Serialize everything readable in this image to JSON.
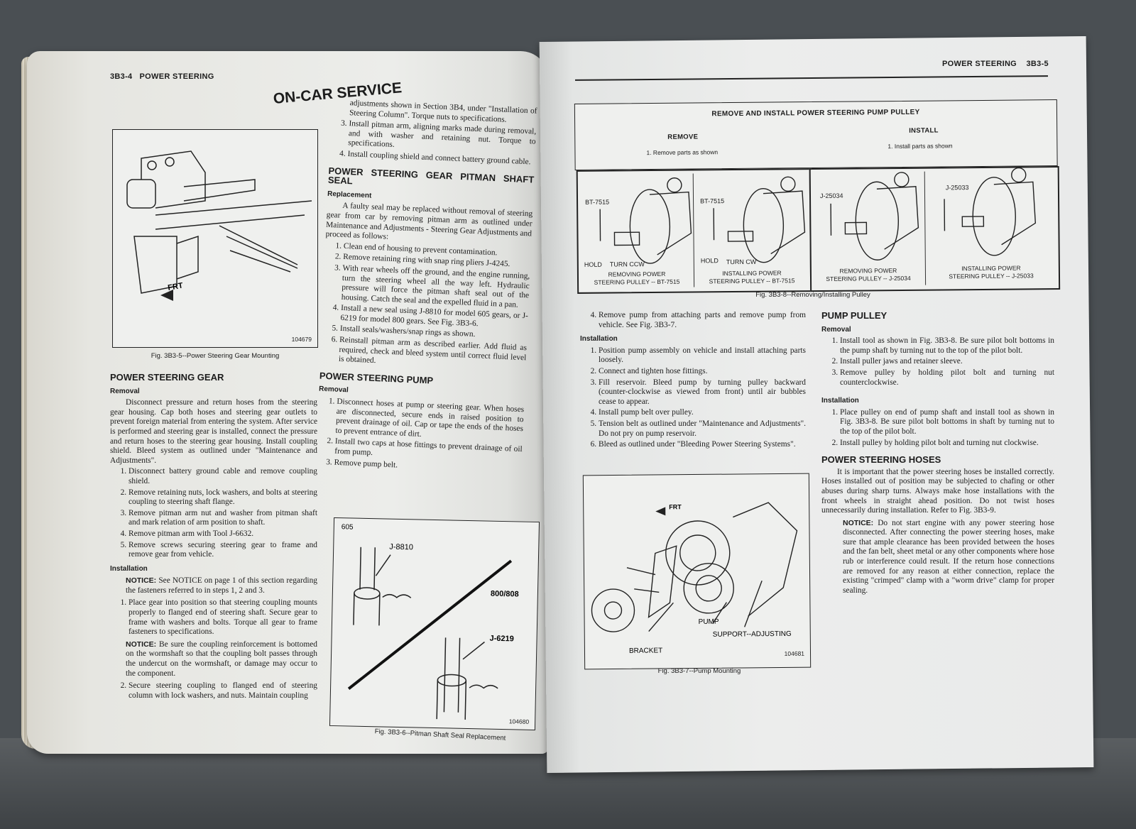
{
  "left_page": {
    "header": {
      "page": "3B3-4",
      "section": "POWER STEERING"
    },
    "title": "ON-CAR SERVICE",
    "fig5": {
      "caption": "Fig. 3B3-5--Power Steering Gear Mounting",
      "code": "104679",
      "label_frt": "FRT"
    },
    "gear": {
      "heading": "POWER STEERING GEAR",
      "removal_heading": "Removal",
      "removal_intro": "Disconnect pressure and return hoses from the steering gear housing. Cap both hoses and steering gear outlets to prevent foreign material from entering the system. After service is performed and steering gear is installed, connect the pressure and return hoses to the steering gear housing. Install coupling shield. Bleed system as outlined under \"Maintenance and Adjustments\".",
      "removal_steps": [
        "Disconnect battery ground cable and remove coupling shield.",
        "Remove retaining nuts, lock washers, and bolts at steering coupling to steering shaft flange.",
        "Remove pitman arm nut and washer from pitman shaft and mark relation of arm position to shaft.",
        "Remove pitman arm with Tool J-6632.",
        "Remove screws securing steering gear to frame and remove gear from vehicle."
      ],
      "installation_heading": "Installation",
      "notice1_label": "NOTICE:",
      "notice1": "See NOTICE on page 1 of this section regarding the fasteners referred to in steps 1, 2 and 3.",
      "step1": "Place gear into position so that steering coupling mounts properly to flanged end of steering shaft. Secure gear to frame with washers and bolts. Torque all gear to frame fasteners to specifications.",
      "notice2_label": "NOTICE:",
      "notice2": "Be sure the coupling reinforcement is bottomed on the wormshaft so that the coupling bolt passes through the undercut on the wormshaft, or damage may occur to the component.",
      "step2": "Secure steering coupling to flanged end of steering column with lock washers, and nuts. Maintain coupling"
    },
    "right_col": {
      "cont": "adjustments shown in Section 3B4, under \"Installation of Steering Column\". Torque nuts to specifications.",
      "cont_steps": [
        "Install pitman arm, aligning marks made during removal, and with washer and retaining nut. Torque to specifications.",
        "Install coupling shield and connect battery ground cable."
      ],
      "seal_heading": "POWER STEERING GEAR PITMAN SHAFT SEAL",
      "seal_sub": "Replacement",
      "seal_intro": "A faulty seal may be replaced without removal of steering gear from car by removing pitman arm as outlined under Maintenance and Adjustments - Steering Gear Adjustments and proceed as follows:",
      "seal_steps": [
        "Clean end of housing to prevent contamination.",
        "Remove retaining ring with snap ring pliers J-4245.",
        "With rear wheels off the ground, and the engine running, turn the steering wheel all the way left. Hydraulic pressure will force the pitman shaft seal out of the housing. Catch the seal and the expelled fluid in a pan.",
        "Install a new seal using J-8810 for model 605 gears, or J-6219 for model 800 gears. See Fig. 3B3-6.",
        "Install seals/washers/snap rings as shown.",
        "Reinstall pitman arm as described earlier. Add fluid as required, check and bleed system until correct fluid level is obtained."
      ],
      "pump_heading": "POWER STEERING PUMP",
      "pump_sub": "Removal",
      "pump_steps": [
        "Disconnect hoses at pump or steering gear. When hoses are disconnected, secure ends in raised position to prevent drainage of oil. Cap or tape the ends of the hoses to prevent entrance of dirt.",
        "Install two caps at hose fittings to prevent drainage of oil from pump.",
        "Remove pump belt."
      ]
    },
    "fig6": {
      "caption": "Fig. 3B3-6--Pitman Shaft Seal Replacement",
      "code": "104680",
      "labels": [
        "605",
        "J-8810",
        "800/808",
        "J-6219"
      ]
    }
  },
  "right_page": {
    "header": {
      "section": "POWER STEERING",
      "page": "3B3-5"
    },
    "table": {
      "title": "REMOVE AND INSTALL POWER STEERING PUMP PULLEY",
      "remove_heading": "REMOVE",
      "remove_step": "1.  Remove parts as shown",
      "install_heading": "INSTALL",
      "install_step": "1.  Install parts as shown",
      "panels": [
        {
          "tool": "BT-7515",
          "hold": "HOLD",
          "turn": "TURN CCW",
          "caption1": "REMOVING POWER",
          "caption2": "STEERING PULLEY -- BT-7515"
        },
        {
          "tool": "BT-7515",
          "hold": "HOLD",
          "turn": "TURN CW",
          "caption1": "INSTALLING POWER",
          "caption2": "STEERING PULLEY -- BT-7515"
        },
        {
          "tool": "J-25034",
          "caption1": "REMOVING POWER",
          "caption2": "STEERING PULLEY -- J-25034"
        },
        {
          "tool": "J-25033",
          "caption1": "INSTALLING POWER",
          "caption2": "STEERING PULLEY -- J-25033"
        }
      ],
      "caption": "Fig. 3B3-8--Removing/Installing Pulley"
    },
    "left_col": {
      "step4": "Remove pump from attaching parts and remove pump from vehicle. See Fig. 3B3-7.",
      "installation_heading": "Installation",
      "install_steps": [
        "Position pump assembly on vehicle and install attaching parts loosely.",
        "Connect and tighten hose fittings.",
        "Fill reservoir. Bleed pump by turning pulley backward (counter-clockwise as viewed from front) until air bubbles cease to appear.",
        "Install pump belt over pulley.",
        "Tension belt as outlined under \"Maintenance and Adjustments\". Do not pry on pump reservoir.",
        "Bleed as outlined under \"Bleeding Power Steering Systems\"."
      ]
    },
    "fig7": {
      "caption": "Fig. 3B3-7--Pump Mounting",
      "code": "104681",
      "labels": [
        "FRT",
        "PUMP",
        "SUPPORT--ADJUSTING",
        "BRACKET"
      ]
    },
    "right_col": {
      "pulley_heading": "PUMP PULLEY",
      "removal_heading": "Removal",
      "removal_steps": [
        "Install tool as shown in Fig. 3B3-8. Be sure pilot bolt bottoms in the pump shaft by turning nut to the top of the pilot bolt.",
        "Install puller jaws and retainer sleeve.",
        "Remove pulley by holding pilot bolt and turning nut counterclockwise."
      ],
      "installation_heading": "Installation",
      "install_steps": [
        "Place pulley on end of pump shaft and install tool as shown in Fig. 3B3-8. Be sure pilot bolt bottoms in shaft by turning nut to the top of the pilot bolt.",
        "Install pulley by holding pilot bolt and turning nut clockwise."
      ],
      "hoses_heading": "POWER STEERING HOSES",
      "hoses_text": "It is important that the power steering hoses be installed correctly. Hoses installed out of position may be subjected to chafing or other abuses during sharp turns. Always make hose installations with the front wheels in straight ahead position. Do not twist hoses unnecessarily during installation. Refer to Fig. 3B3-9.",
      "notice_label": "NOTICE:",
      "notice": "Do not start engine with any power steering hose disconnected. After connecting the power steering hoses, make sure that ample clearance has been provided between the hoses and the fan belt, sheet metal or any other components where hose rub or interference could result. If the return hose connections are removed for any reason at either connection, replace the existing \"crimped\" clamp with a \"worm drive\" clamp for proper sealing."
    }
  }
}
